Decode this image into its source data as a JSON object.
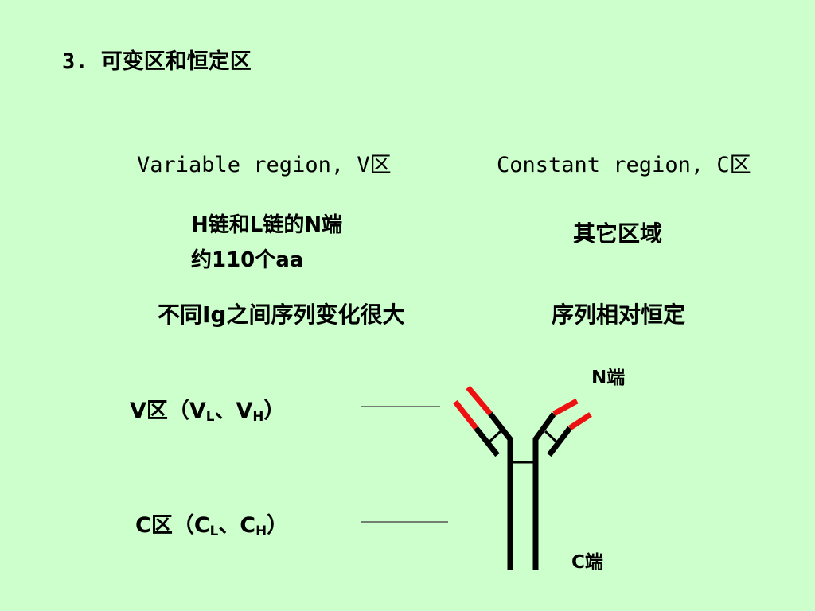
{
  "title": "3. 可变区和恒定区",
  "variable_region": "Variable  region, V区",
  "constant_region": "Constant  region, C区",
  "variable_desc": {
    "line1": "H链和L链的N端",
    "line2": "约110个aa"
  },
  "constant_desc": "其它区域",
  "variable_note": "不同Ig之间序列变化很大",
  "constant_note": "序列相对恒定",
  "v_label": {
    "prefix": "V区（V",
    "sub1": "L",
    "mid": "、V",
    "sub2": "H",
    "suffix": "）"
  },
  "c_label": {
    "prefix": "C区（C",
    "sub1": "L",
    "mid": "、C",
    "sub2": "H",
    "suffix": "）"
  },
  "n_terminal": "N端",
  "c_terminal": "C端",
  "colors": {
    "background": "#ccffcc",
    "variable_segment": "#ee1111",
    "chain": "#000000",
    "leader_line": "#555555"
  }
}
